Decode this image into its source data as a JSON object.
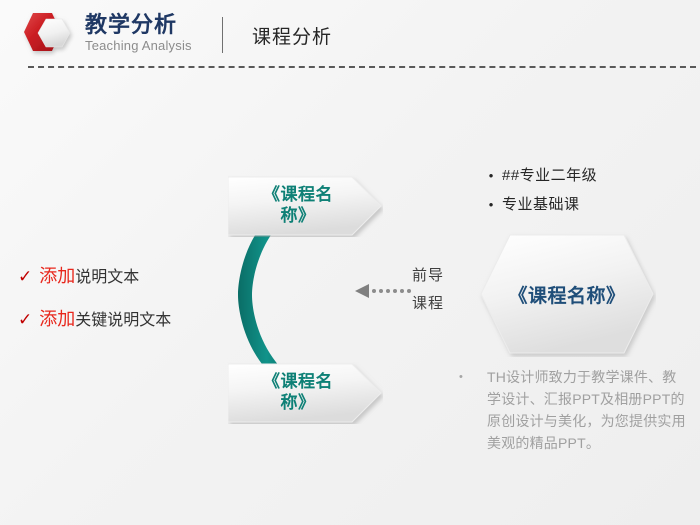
{
  "header": {
    "brand_cn": "教学分析",
    "brand_en": "Teaching Analysis",
    "subtitle": "课程分析",
    "logo_icon": "hexagon-logo-icon",
    "divider_icon": "vertical-divider-icon",
    "dash_icon": "dashed-rule-icon",
    "brand_color": "#1f3864",
    "logo_color": "#c1272d"
  },
  "left_list": {
    "check_icon": "check-icon",
    "items": [
      {
        "accent": "添加",
        "rest": "说明文本"
      },
      {
        "accent": "添加",
        "rest": "关键说明文本"
      }
    ]
  },
  "flow": {
    "arc_icon": "teal-arc-icon",
    "arc_color": "#0d7d74",
    "chevrons": [
      {
        "label_line1": "《课程名",
        "label_line2": "称》",
        "icon": "chevron-right-shape-icon"
      },
      {
        "label_line1": "《课程名",
        "label_line2": "称》",
        "icon": "chevron-right-shape-icon"
      }
    ],
    "arrow": {
      "icon": "dotted-left-arrow-icon",
      "color": "#808080",
      "label_line1": "前导",
      "label_line2": "课程"
    }
  },
  "hexagon": {
    "icon": "hexagon-shape-icon",
    "label": "《课程名称》",
    "label_color": "#1f4e79"
  },
  "right_top": {
    "bullet_icon": "bullet-dot-icon",
    "items": [
      "##专业二年级",
      "专业基础课"
    ]
  },
  "right_bottom": {
    "bullet_icon": "bullet-dot-icon",
    "text": "TH设计师致力于教学课件、教学设计、汇报PPT及相册PPT的原创设计与美化，为您提供实用美观的精品PPT。"
  }
}
